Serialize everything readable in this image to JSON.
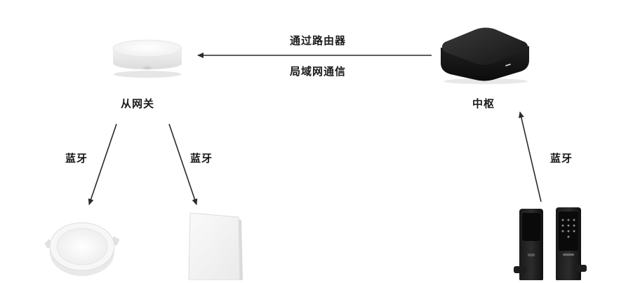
{
  "nodes": {
    "sub_gateway": {
      "label": "从网关",
      "icon": "sub-gateway-device"
    },
    "hub": {
      "label": "中枢",
      "icon": "hub-device"
    },
    "downlight": {
      "icon": "downlight-device"
    },
    "wall_switch": {
      "icon": "wall-switch-device"
    },
    "door_lock": {
      "icon": "smart-door-lock-device"
    }
  },
  "edges": {
    "hub_to_sub_gateway": {
      "label_line1": "通过路由器",
      "label_line2": "局域网通信"
    },
    "sub_gateway_to_downlight": {
      "label": "蓝牙"
    },
    "sub_gateway_to_wall_switch": {
      "label": "蓝牙"
    },
    "door_lock_to_hub": {
      "label": "蓝牙"
    }
  },
  "colors": {
    "arrow": "#2a2a2a",
    "text": "#1a1a1a",
    "hub_body": "#1c1c1c",
    "device_white": "#f4f4f4"
  }
}
